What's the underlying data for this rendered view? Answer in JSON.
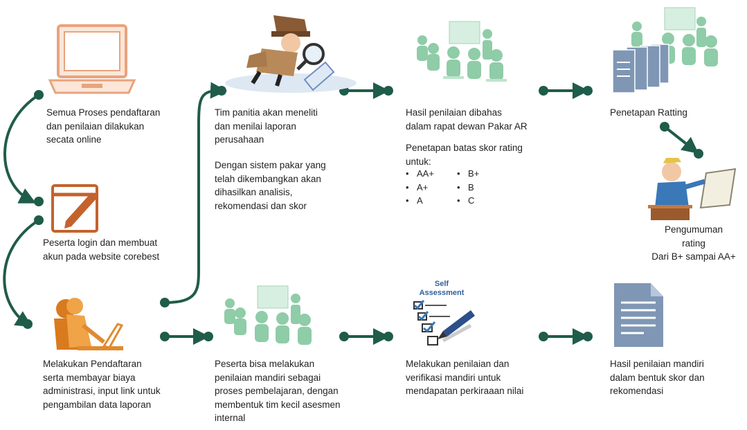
{
  "steps": {
    "online": "Semua Proses pendaftaran\ndan penilaian dilakukan\nsecata online",
    "login": "Peserta login dan membuat\nakun pada website corebest",
    "register": "Melakukan Pendaftaran\nserta membayar biaya\nadministrasi, input link untuk\npengambilan data laporan",
    "committee": "Tim panitia akan meneliti\ndan menilai laporan\nperusahaan",
    "expert_system": "Dengan sistem pakar yang\ntelah dikembangkan  akan\ndihasilkan analisis,\nrekomendasi dan skor",
    "meeting": "Hasil penilaian dibahas\ndalam rapat dewan Pakar AR",
    "thresholds_intro": "Penetapan batas  skor rating\nuntuk:",
    "rating_set": "Penetapan Ratting",
    "announcement": "Pengumuman\nrating\nDari B+ sampai AA+",
    "self_learning": "Peserta bisa melakukan\npenilaian mandiri sebagai\nproses pembelajaran, dengan\nmembentuk  tim kecil asesmen\ninternal",
    "self_verify": "Melakukan penilaian dan\nverifikasi  mandiri untuk\nmendapatan perkiraaan nilai",
    "self_result": "Hasil penilaian mandiri\ndalam bentuk skor dan\nrekomendasi"
  },
  "rating_grades": {
    "col1": [
      "AA+",
      "A+",
      "A"
    ],
    "col2": [
      "B+",
      "B",
      "C"
    ]
  },
  "self_assessment_label": {
    "line1": "Self",
    "line2": "Assessment"
  },
  "colors": {
    "connector": "#1f5c4a",
    "laptop": "#e8a37e",
    "edit_icon": "#c4622d",
    "team": "#8fcca8",
    "document": "#7f97b5"
  },
  "icons": {
    "laptop": "laptop-icon",
    "edit": "edit-form-icon",
    "user": "user-at-computer-icon",
    "detective": "detective-magnifier-icon",
    "meeting": "team-meeting-icon",
    "rating_docs": "documents-team-icon",
    "announcer": "announcer-scroll-icon",
    "learning": "team-learning-icon",
    "checklist": "checklist-icon",
    "result_doc": "document-icon"
  }
}
